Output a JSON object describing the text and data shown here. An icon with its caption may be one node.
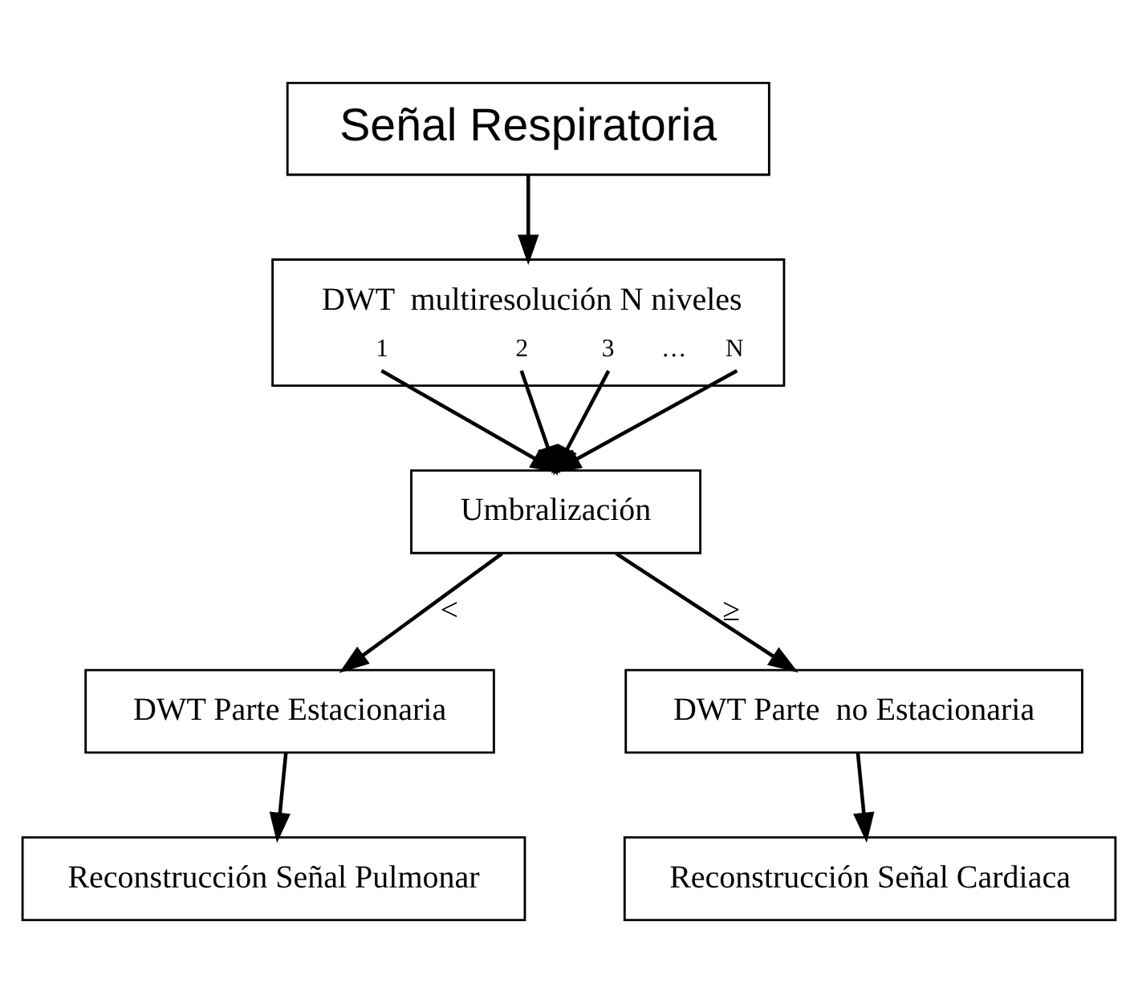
{
  "diagram": {
    "nodes": [
      {
        "text": [
          "Señal Respiratoria"
        ]
      },
      {
        "text": [
          "DWT  multiresolución N niveles",
          "1",
          "2",
          "3",
          "…",
          "N"
        ]
      },
      {
        "text": [
          "Umbralización"
        ]
      },
      {
        "text": [
          "DWT Parte Estacionaria"
        ]
      },
      {
        "text": [
          "DWT Parte  no Estacionaria"
        ]
      },
      {
        "text": [
          "Reconstrucción Señal Pulmonar"
        ]
      },
      {
        "text": [
          "Reconstrucción Señal Cardiaca"
        ]
      }
    ],
    "edges": [
      {
        "from": 0,
        "to": 1,
        "arrow": "to"
      },
      {
        "from": 1,
        "to": 2,
        "arrow": "to"
      },
      {
        "from": 1,
        "to": 2,
        "arrow": "to"
      },
      {
        "from": 1,
        "to": 2,
        "arrow": "to"
      },
      {
        "from": 1,
        "to": 2,
        "arrow": "to"
      },
      {
        "from": 2,
        "to": 3,
        "arrow": "to",
        "label": "<"
      },
      {
        "from": 2,
        "to": 4,
        "arrow": "to",
        "label": "≥"
      },
      {
        "from": 3,
        "to": 5,
        "arrow": "to"
      },
      {
        "from": 4,
        "to": 6,
        "arrow": "to"
      }
    ]
  }
}
